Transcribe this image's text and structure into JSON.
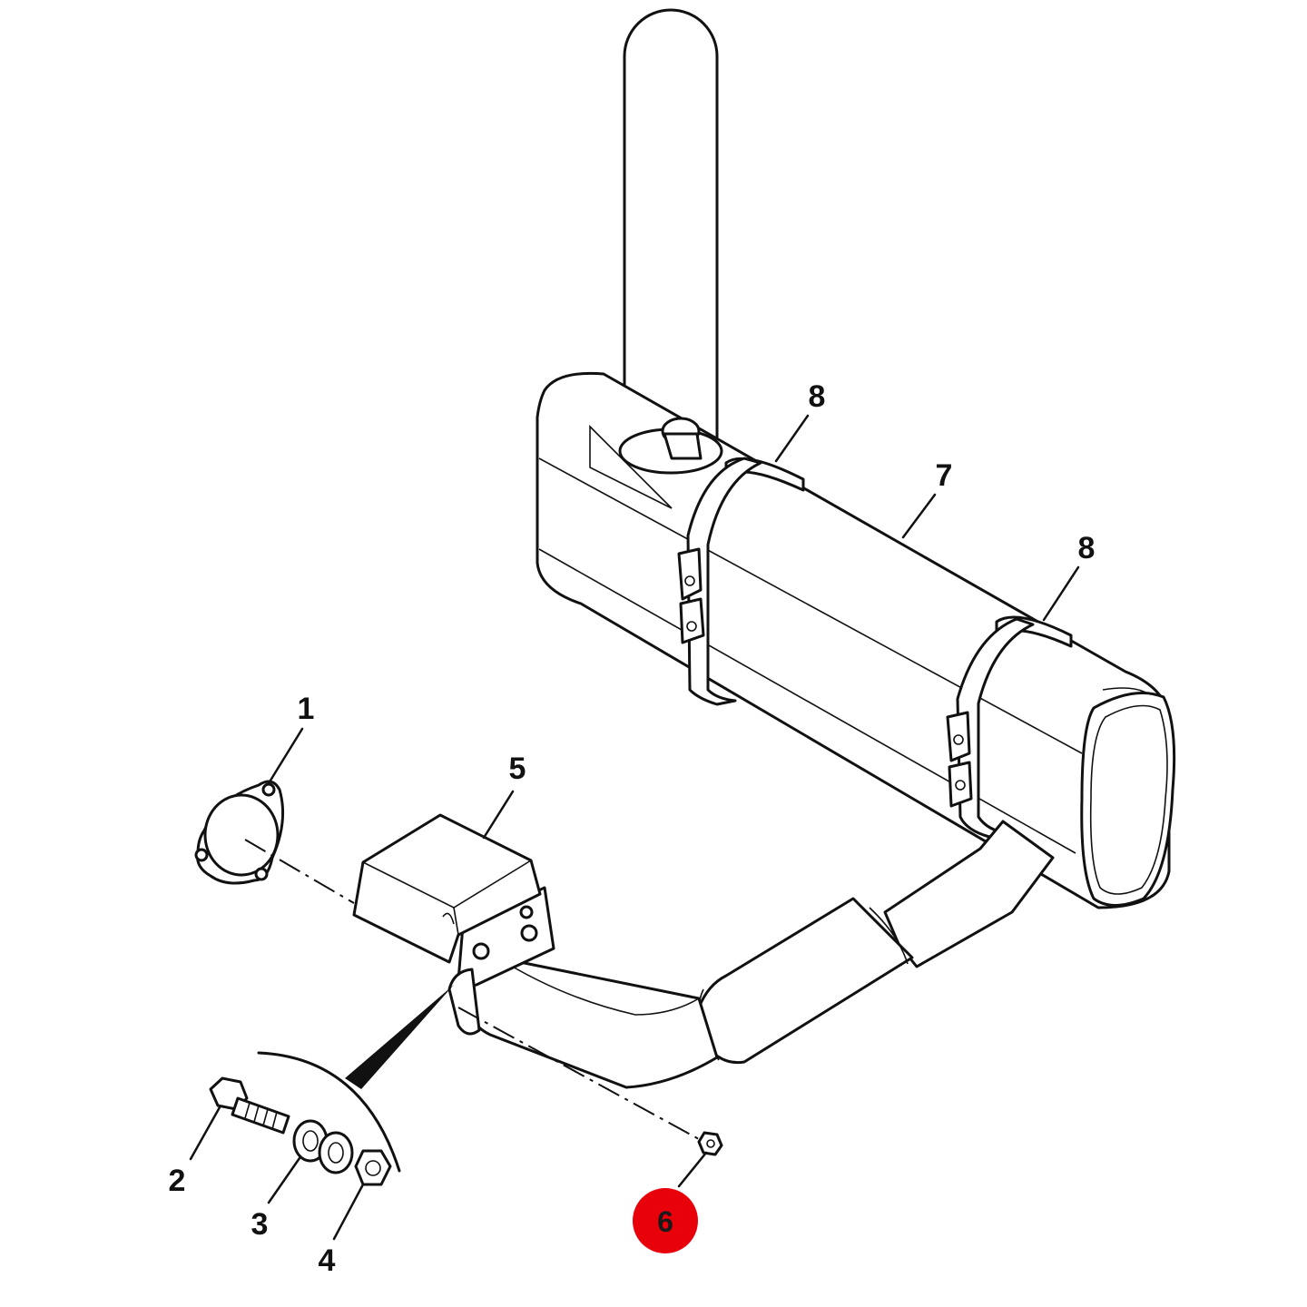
{
  "callouts": [
    {
      "id": "1",
      "label": "1"
    },
    {
      "id": "2",
      "label": "2"
    },
    {
      "id": "3",
      "label": "3"
    },
    {
      "id": "4",
      "label": "4"
    },
    {
      "id": "5",
      "label": "5"
    },
    {
      "id": "6",
      "label": "6",
      "highlighted": true
    },
    {
      "id": "7",
      "label": "7"
    },
    {
      "id": "8a",
      "label": "8"
    },
    {
      "id": "8b",
      "label": "8"
    }
  ],
  "colors": {
    "highlight": "#e8000b",
    "line": "#111111",
    "background": "#ffffff"
  }
}
